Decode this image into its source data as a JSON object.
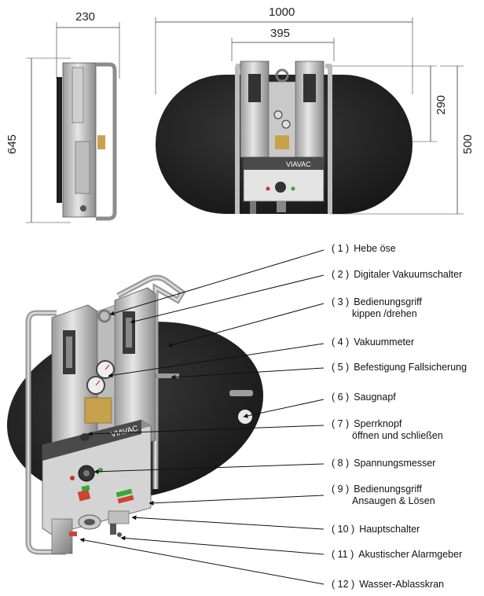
{
  "dimensions": {
    "side_width": "230",
    "side_height": "645",
    "total_width": "1000",
    "body_width": "395",
    "pad_height": "290",
    "total_height": "500"
  },
  "brand": "VIAVAC",
  "callouts": [
    {
      "number": "( 1 )",
      "label": "Hebe öse"
    },
    {
      "number": "( 2 )",
      "label": "Digitaler Vakuumschalter"
    },
    {
      "number": "( 3 )",
      "label": "Bedienungsgriff",
      "sub": "kippen /drehen"
    },
    {
      "number": "( 4 )",
      "label": "Vakuummeter"
    },
    {
      "number": "( 5 )",
      "label": "Befestigung Fallsicherung"
    },
    {
      "number": "( 6 )",
      "label": "Saugnapf"
    },
    {
      "number": "( 7 )",
      "label": "Sperrknopf",
      "sub": "öffnen und schließen"
    },
    {
      "number": "( 8 )",
      "label": "Spannungsmesser"
    },
    {
      "number": "( 9 )",
      "label": "Bedienungsgriff",
      "sub": "Ansaugen & Lösen"
    },
    {
      "number": "( 10 )",
      "label": "Hauptschalter"
    },
    {
      "number": "( 11 )",
      "label": "Akustischer Alarmgeber"
    },
    {
      "number": "( 12 )",
      "label": "Wasser-Ablasskran"
    }
  ]
}
